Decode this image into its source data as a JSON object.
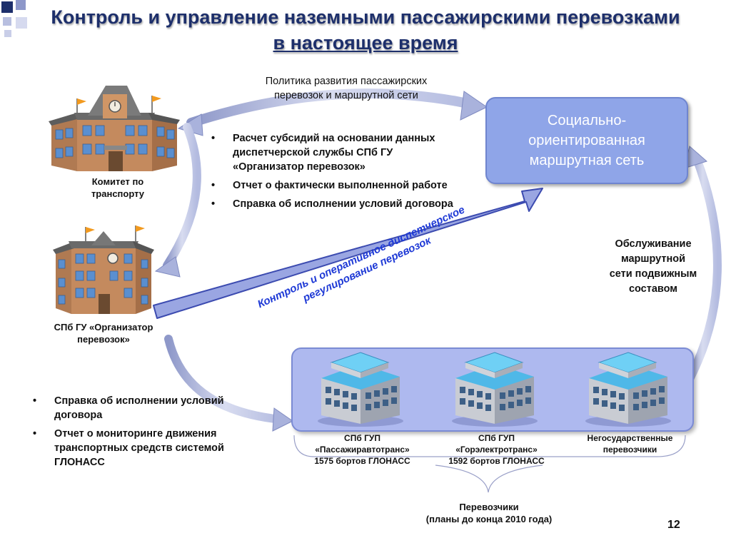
{
  "title": {
    "line1": "Контроль и управление наземными пассажирскими перевозками",
    "line2": "в настоящее время"
  },
  "policy_label": {
    "line1": "Политика  развития пассажирских",
    "line2": "перевозок и маршрутной сети"
  },
  "committee": {
    "line1": "Комитет по",
    "line2": "транспорту"
  },
  "organizer": {
    "line1": "СПб ГУ «Организатор",
    "line2": "перевозок»"
  },
  "top_bullets": [
    "Расчет субсидий на основании данных диспетчерской службы СПб ГУ «Организатор перевозок»",
    "Отчет о фактически выполненной работе",
    "Справка об исполнении условий договора"
  ],
  "bottom_bullets": [
    "Справка об исполнении условий договора",
    "Отчет о мониторинге движения транспортных средств системой ГЛОНАСС"
  ],
  "social_network": {
    "line1": "Социально-",
    "line2": "ориентированная",
    "line3": "маршрутная сеть"
  },
  "diagonal_label": {
    "line1": "Контроль и оперативное диспетчерское",
    "line2": "регулирование перевозок"
  },
  "service_label": {
    "line1": "Обслуживание",
    "line2": "маршрутной",
    "line3": "сети подвижным",
    "line4": "составом"
  },
  "carriers": [
    {
      "line1": "СПб ГУП",
      "line2": "«Пассажиравтотранс»",
      "line3": "1575 бортов ГЛОНАСС"
    },
    {
      "line1": "СПб ГУП",
      "line2": "«Горэлектротранс»",
      "line3": "1592 бортов ГЛОНАСС"
    },
    {
      "line1": "Негосударственные",
      "line2": "перевозчики",
      "line3": ""
    }
  ],
  "carriers_caption": {
    "line1": "Перевозчики",
    "line2": "(планы до конца 2010 года)"
  },
  "page_number": "12",
  "colors": {
    "title": "#1d2f6b",
    "box_social": "#8fa5e8",
    "box_carriers": "#aeb9ef",
    "arrow": "#b5bcdf",
    "diagonal_text": "#1f3ad6"
  }
}
